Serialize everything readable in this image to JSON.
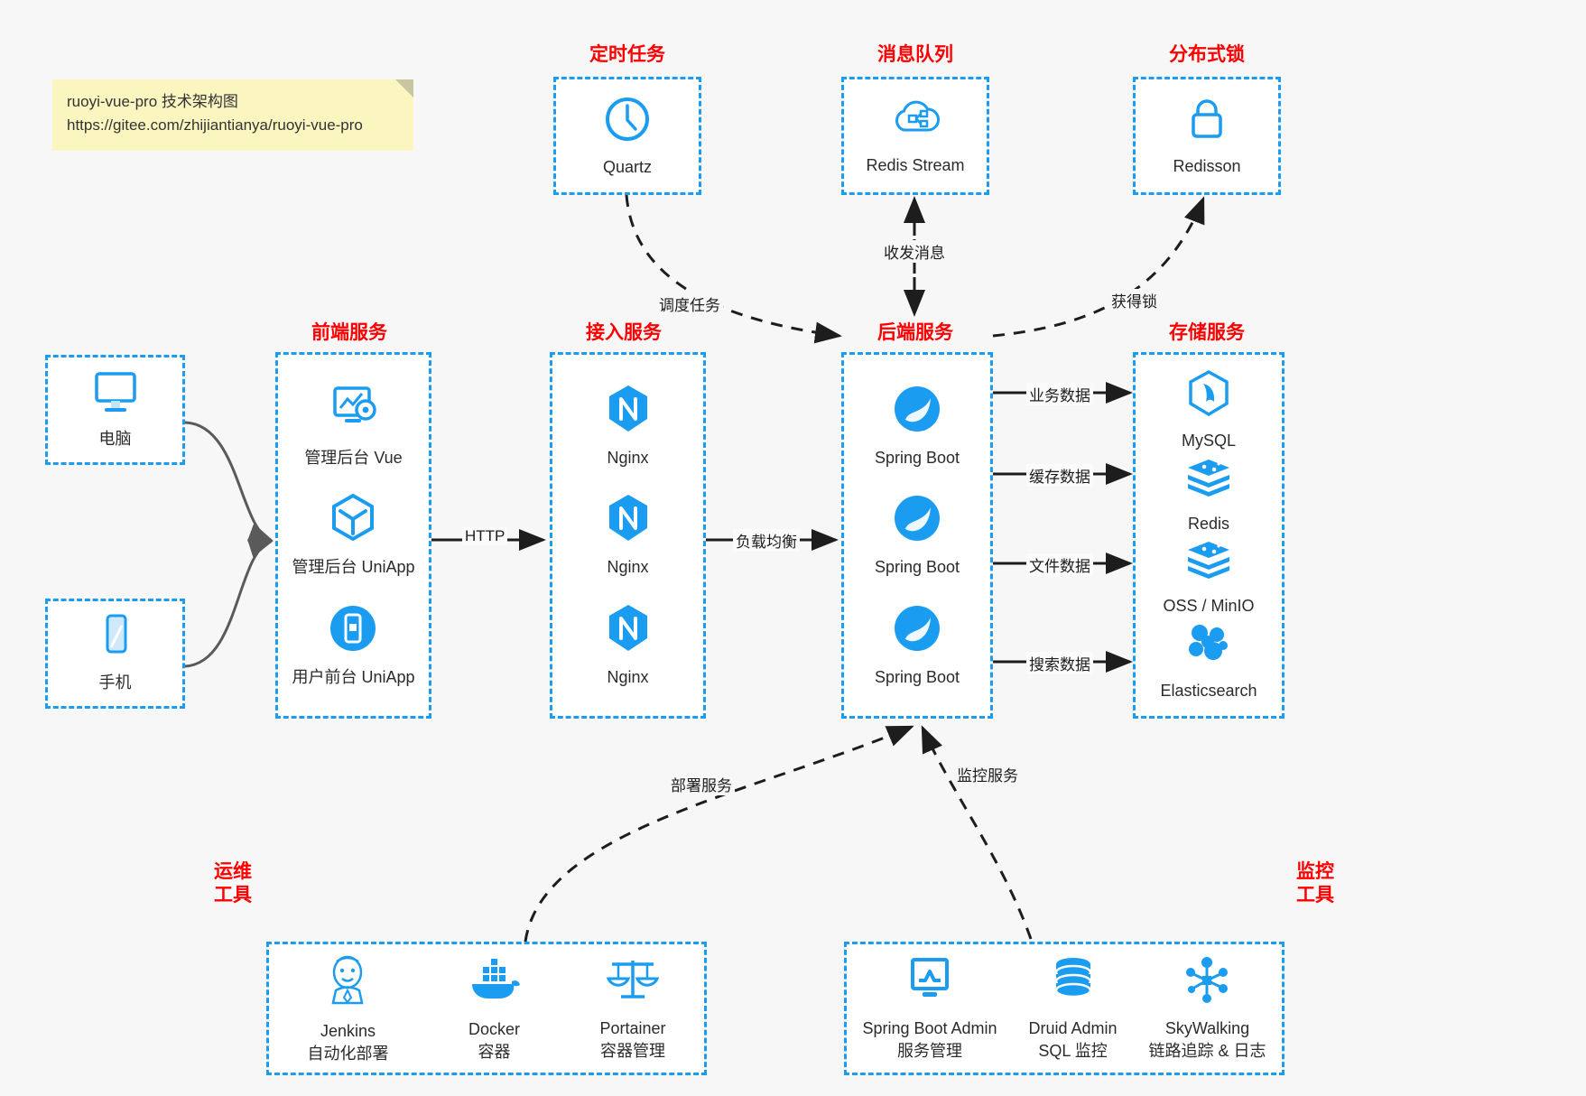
{
  "note": {
    "line1": "ruoyi-vue-pro 技术架构图",
    "line2": "https://gitee.com/zhijiantianya/ruoyi-vue-pro"
  },
  "colors": {
    "accent": "#1a9cf0",
    "title_red": "#ff0000",
    "edge": "#1d1d1d",
    "soft_edge": "#595959",
    "background": "#f7f7f7",
    "note_bg": "#fbf5c0"
  },
  "groups": {
    "scheduler": {
      "title": "定时任务"
    },
    "mq": {
      "title": "消息队列"
    },
    "lock": {
      "title": "分布式锁"
    },
    "frontend": {
      "title": "前端服务"
    },
    "gateway": {
      "title": "接入服务"
    },
    "backend": {
      "title": "后端服务"
    },
    "storage": {
      "title": "存储服务"
    },
    "devops": {
      "title_line1": "运维",
      "title_line2": "工具"
    },
    "monitor": {
      "title_line1": "监控",
      "title_line2": "工具"
    }
  },
  "clients": [
    {
      "label": "电脑",
      "icon": "desktop-monitor-icon"
    },
    {
      "label": "手机",
      "icon": "mobile-phone-icon"
    }
  ],
  "scheduler_nodes": [
    {
      "label": "Quartz",
      "icon": "clock-icon"
    }
  ],
  "mq_nodes": [
    {
      "label": "Redis Stream",
      "icon": "cloud-stream-icon"
    }
  ],
  "lock_nodes": [
    {
      "label": "Redisson",
      "icon": "padlock-icon"
    }
  ],
  "frontend_nodes": [
    {
      "label": "管理后台 Vue",
      "icon": "dashboard-gear-icon"
    },
    {
      "label": "管理后台 UniApp",
      "icon": "cube-icon"
    },
    {
      "label": "用户前台 UniApp",
      "icon": "mobile-app-icon"
    }
  ],
  "gateway_nodes": [
    {
      "label": "Nginx",
      "icon": "nginx-icon"
    },
    {
      "label": "Nginx",
      "icon": "nginx-icon"
    },
    {
      "label": "Nginx",
      "icon": "nginx-icon"
    }
  ],
  "backend_nodes": [
    {
      "label": "Spring Boot",
      "icon": "spring-leaf-icon"
    },
    {
      "label": "Spring Boot",
      "icon": "spring-leaf-icon"
    },
    {
      "label": "Spring Boot",
      "icon": "spring-leaf-icon"
    }
  ],
  "storage_nodes": [
    {
      "label": "MySQL",
      "icon": "mysql-dolphin-icon"
    },
    {
      "label": "Redis",
      "icon": "redis-stack-icon"
    },
    {
      "label": "OSS / MinIO",
      "icon": "redis-stack-icon"
    },
    {
      "label": "Elasticsearch",
      "icon": "elasticsearch-icon"
    }
  ],
  "devops_nodes": [
    {
      "label": "Jenkins",
      "sub": "自动化部署",
      "icon": "jenkins-butler-icon"
    },
    {
      "label": "Docker",
      "sub": "容器",
      "icon": "docker-whale-icon"
    },
    {
      "label": "Portainer",
      "sub": "容器管理",
      "icon": "scales-icon"
    }
  ],
  "monitor_nodes": [
    {
      "label": "Spring Boot Admin",
      "sub": "服务管理",
      "icon": "monitor-chart-icon"
    },
    {
      "label": "Druid Admin",
      "sub": "SQL 监控",
      "icon": "database-cylinder-icon"
    },
    {
      "label": "SkyWalking",
      "sub": "链路追踪 & 日志",
      "icon": "skywalking-node-icon"
    }
  ],
  "edge_labels": {
    "schedule_task": "调度任务",
    "send_receive_message": "收发消息",
    "acquire_lock": "获得锁",
    "http": "HTTP",
    "load_balance": "负载均衡",
    "business_data": "业务数据",
    "cache_data": "缓存数据",
    "file_data": "文件数据",
    "search_data": "搜索数据",
    "deploy_service": "部署服务",
    "monitor_service": "监控服务"
  }
}
